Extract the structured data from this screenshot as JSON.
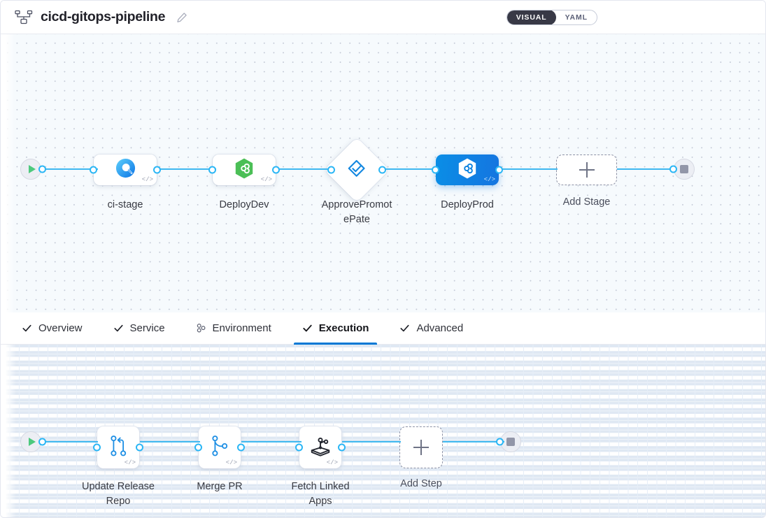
{
  "header": {
    "icon": "pipeline-nodes-icon",
    "title": "cicd-gitops-pipeline",
    "edit_icon": "pencil-edit-icon",
    "view_toggle": {
      "visual_label": "VISUAL",
      "yaml_label": "YAML",
      "selected": "VISUAL"
    }
  },
  "tabs": [
    {
      "label": "Overview",
      "icon": "check-icon",
      "active": false
    },
    {
      "label": "Service",
      "icon": "check-icon",
      "active": false
    },
    {
      "label": "Environment",
      "icon": "infra-icon",
      "active": false
    },
    {
      "label": "Execution",
      "icon": "check-icon",
      "active": true
    },
    {
      "label": "Advanced",
      "icon": "check-icon",
      "active": false
    }
  ],
  "stage_graph": {
    "start_node": {
      "name": "pipeline-start-node",
      "icon": "play-icon"
    },
    "end_node": {
      "name": "pipeline-end-node",
      "icon": "stop-square-icon"
    },
    "stages": [
      {
        "label": "ci-stage",
        "icon": "ci-build-icon",
        "shape": "rounded",
        "selected": false,
        "badge": "</>"
      },
      {
        "label": "DeployDev",
        "icon": "cd-hexagon-icon",
        "shape": "rounded",
        "selected": false,
        "badge": "</>"
      },
      {
        "label": "ApprovePromot\nePate",
        "icon": "approval-check-icon",
        "shape": "diamond",
        "selected": false,
        "badge": ""
      },
      {
        "label": "DeployProd",
        "icon": "cd-hexagon-icon",
        "shape": "rounded",
        "selected": true,
        "badge": "</>"
      }
    ],
    "add_stage": {
      "label": "Add Stage",
      "icon": "plus-icon"
    }
  },
  "step_graph": {
    "start_node": {
      "name": "execution-start-node",
      "icon": "play-icon"
    },
    "end_node": {
      "name": "execution-end-node",
      "icon": "stop-square-icon"
    },
    "steps": [
      {
        "label": "Update Release\nRepo",
        "icon": "git-branch-icon",
        "badge": "</>"
      },
      {
        "label": "Merge PR",
        "icon": "git-merge-icon",
        "badge": "</>"
      },
      {
        "label": "Fetch Linked\nApps",
        "icon": "fetch-apps-icon",
        "badge": "</>"
      }
    ],
    "add_step": {
      "label": "Add Step",
      "icon": "plus-icon"
    }
  },
  "colors": {
    "accent_blue": "#0278d5",
    "link_blue": "#3ab6f0",
    "selected_stage": "#0a8ee6",
    "start_green": "#4dc97d",
    "end_grey": "#9296a8",
    "canvas_top_bg": "#f6fafd",
    "canvas_bottom_bg": "#ffffff"
  }
}
